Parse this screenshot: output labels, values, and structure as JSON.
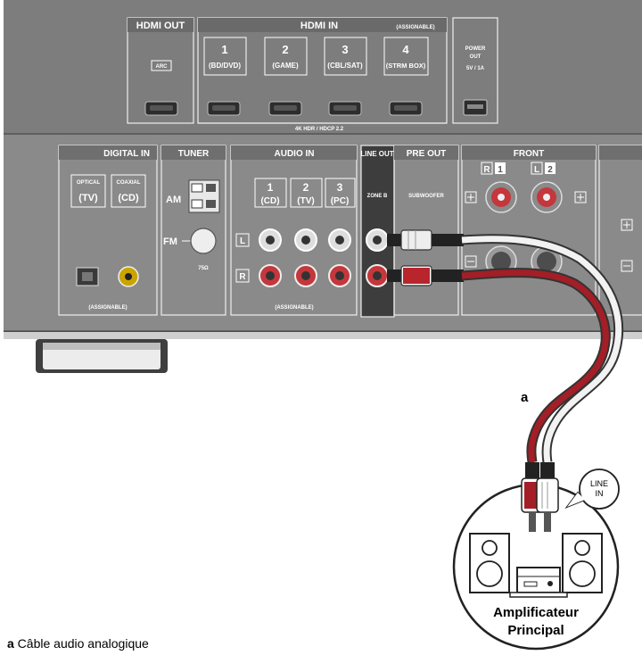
{
  "panel": {
    "hdmi_out": {
      "title": "HDMI OUT",
      "arc": "ARC"
    },
    "hdmi_in": {
      "title": "HDMI IN",
      "assignable": "(ASSIGNABLE)",
      "inputs": [
        {
          "num": "1",
          "name": "(BD/DVD)"
        },
        {
          "num": "2",
          "name": "(GAME)"
        },
        {
          "num": "3",
          "name": "(CBL/SAT)"
        },
        {
          "num": "4",
          "name": "(STRM BOX)"
        }
      ],
      "footer": "4K HDR / HDCP 2.2"
    },
    "power_out": {
      "line1": "POWER",
      "line2": "OUT",
      "rating": "5V / 1A"
    },
    "digital_in": {
      "title": "DIGITAL IN",
      "optical_label": "OPTICAL",
      "optical_name": "(TV)",
      "coaxial_label": "COAXIAL",
      "coaxial_name": "(CD)",
      "assignable": "(ASSIGNABLE)"
    },
    "tuner": {
      "title": "TUNER",
      "am": "AM",
      "fm": "FM",
      "ohm": "75Ω"
    },
    "audio_in": {
      "title": "AUDIO IN",
      "inputs": [
        {
          "num": "1",
          "name": "(CD)"
        },
        {
          "num": "2",
          "name": "(TV)"
        },
        {
          "num": "3",
          "name": "(PC)"
        }
      ],
      "left": "L",
      "right": "R",
      "assignable": "(ASSIGNABLE)"
    },
    "line_out": {
      "title": "LINE OUT",
      "zone": "ZONE B"
    },
    "pre_out": {
      "title": "PRE OUT",
      "sub": "SUBWOOFER"
    },
    "front": {
      "title": "FRONT",
      "r": "R",
      "r1": "1",
      "l": "L",
      "l2": "2"
    }
  },
  "callout": {
    "letter": "a",
    "line_in": [
      "LINE",
      "IN"
    ],
    "device": [
      "Amplificateur",
      "Principal"
    ]
  },
  "caption": {
    "letter": "a",
    "text": " Câble audio analogique"
  }
}
